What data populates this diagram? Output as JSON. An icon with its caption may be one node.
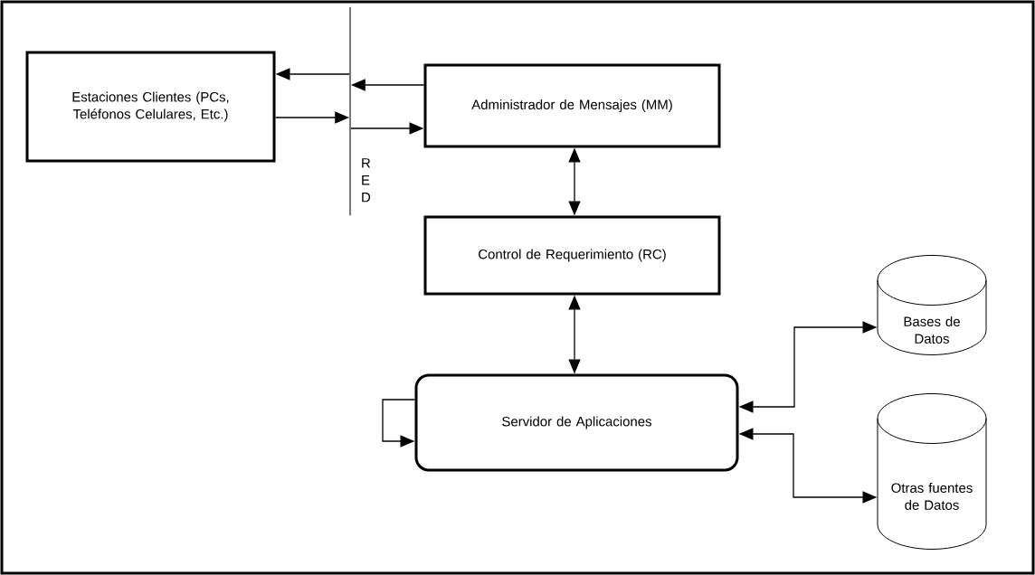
{
  "diagram": {
    "nodes": [
      {
        "text": [
          "Estaciones Clientes (PCs, Teléfonos Celulares, Etc.)"
        ]
      },
      {
        "text": [],
        "shape": "bar",
        "beside": [
          "R E D"
        ]
      },
      {
        "text": [
          "Administrador de Mensajes (MM)"
        ]
      },
      {
        "text": [
          "Control de Requerimiento (RC)"
        ]
      },
      {
        "text": [
          "Servidor de Aplicaciones"
        ]
      },
      {
        "text": [
          "Bases de Datos"
        ]
      },
      {
        "text": [
          "Otras fuentes de Datos"
        ]
      }
    ],
    "edges": [
      {
        "from": 2,
        "to": 1,
        "arrow": "to"
      },
      {
        "from": 1,
        "to": 0,
        "arrow": "to"
      },
      {
        "from": 0,
        "to": 1,
        "arrow": "to"
      },
      {
        "from": 1,
        "to": 2,
        "arrow": "to"
      },
      {
        "from": 2,
        "to": 3,
        "arrow": "both"
      },
      {
        "from": 3,
        "to": 4,
        "arrow": "both"
      },
      {
        "from": 4,
        "to": 4,
        "arrow": "to"
      },
      {
        "from": 4,
        "to": 5,
        "arrow": "both"
      },
      {
        "from": 4,
        "to": 6,
        "arrow": "both"
      }
    ]
  }
}
